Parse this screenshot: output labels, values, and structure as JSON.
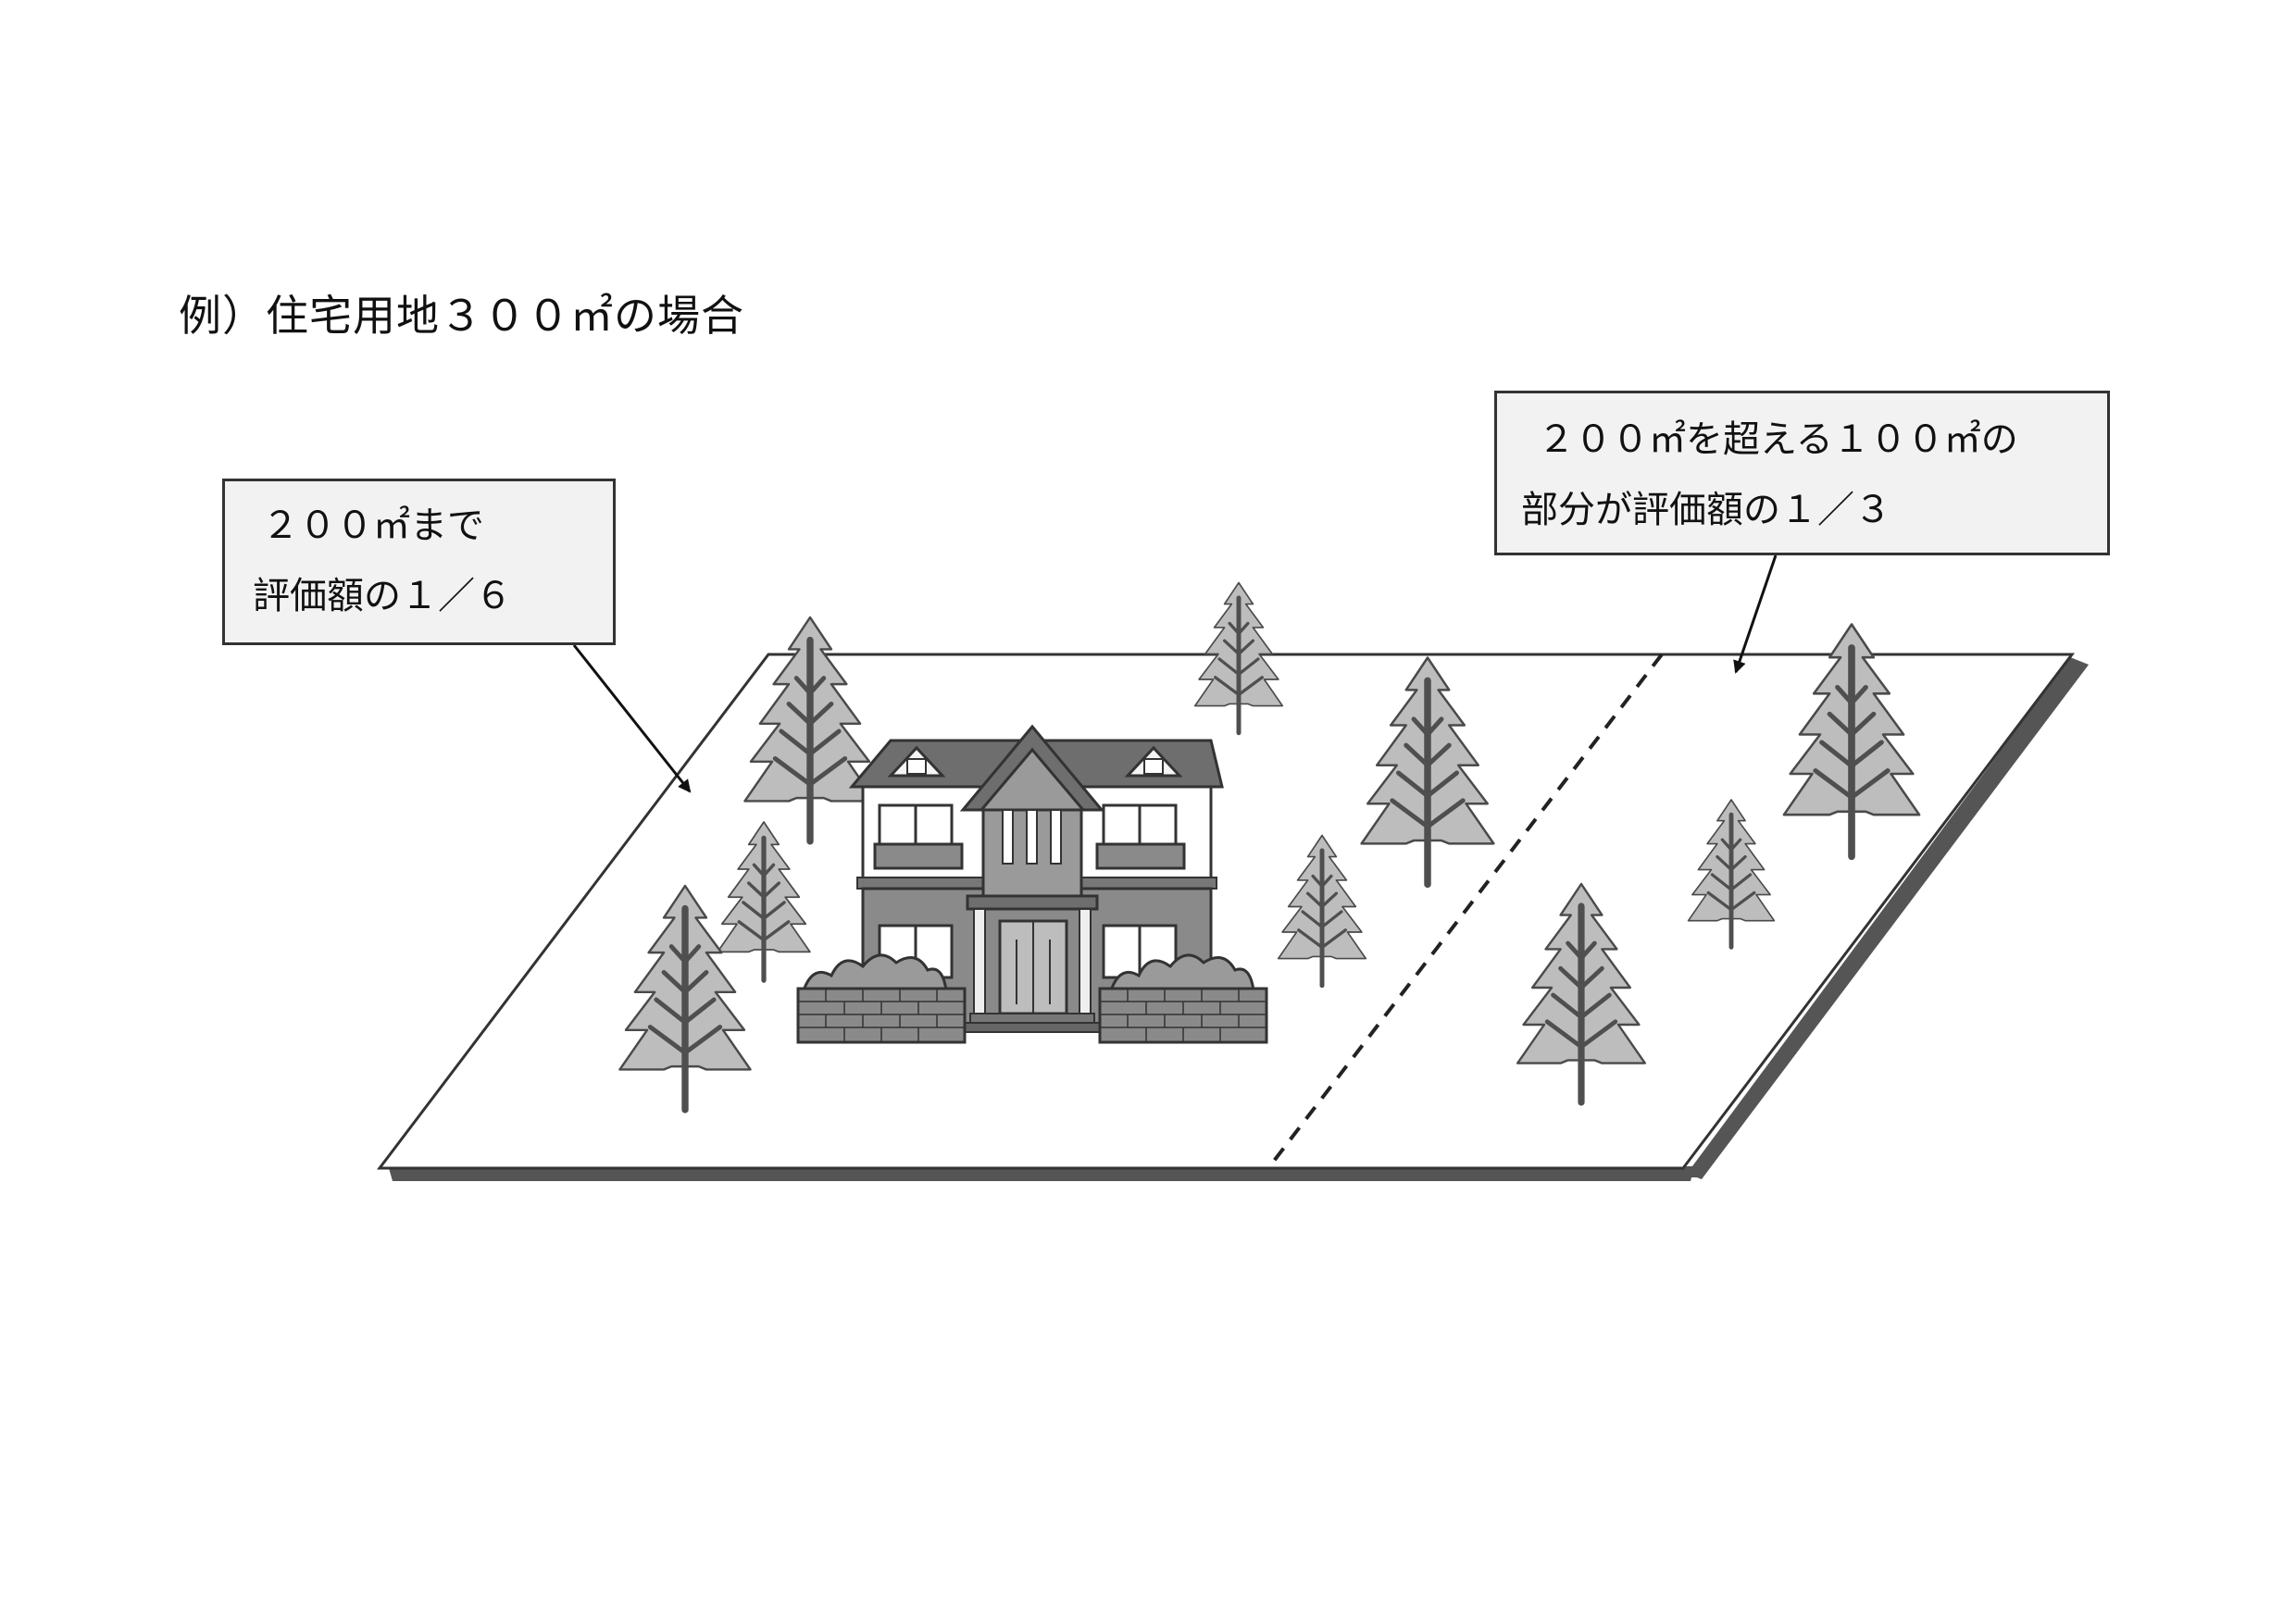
{
  "title": "例）住宅用地３００㎡の場合",
  "callout_left": {
    "line1": "２００㎡まで",
    "line2": "評価額の１／６"
  },
  "callout_right": {
    "line1": "２００㎡を超える１００㎡の",
    "line2": "部分が評価額の１／３"
  },
  "colors": {
    "tree_fill": "#bdbdbd",
    "trunk": "#555555",
    "roof": "#6e6e6e",
    "wall_upper": "#ffffff",
    "wall_lower": "#8a8a8a",
    "land_shadow": "#555555"
  },
  "icons": [
    "tree-icon",
    "house-icon",
    "arrow-icon"
  ]
}
